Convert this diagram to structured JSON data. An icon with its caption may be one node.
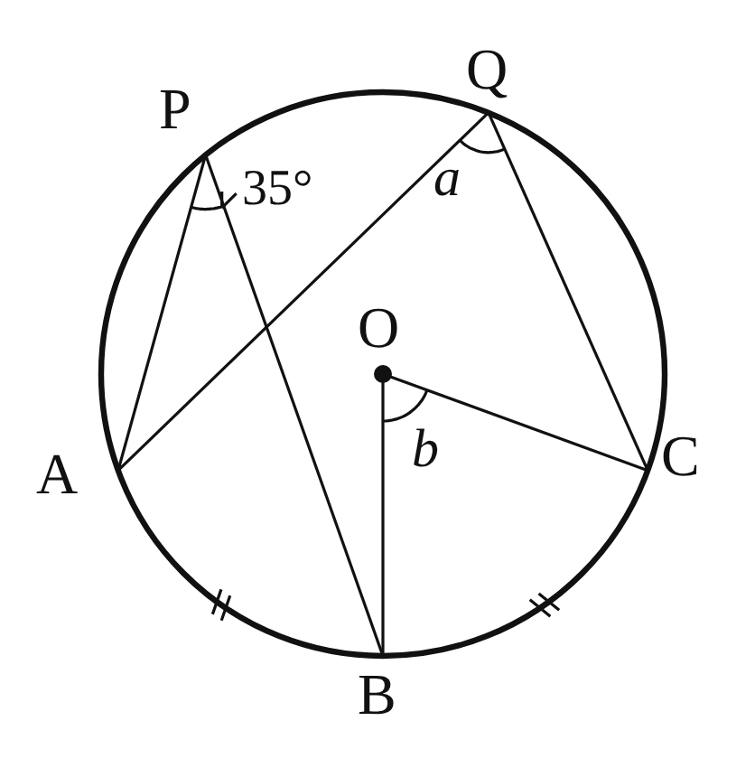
{
  "diagram": {
    "labels": [
      "P",
      "Q",
      "35°",
      "a",
      "O",
      "b",
      "A",
      "C",
      "B"
    ]
  }
}
